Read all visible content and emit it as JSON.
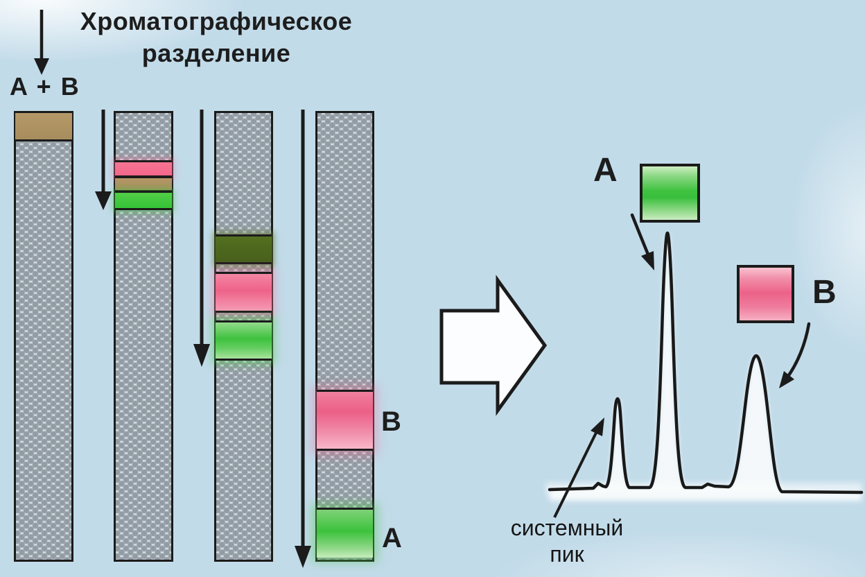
{
  "title": {
    "line1": "Хроматографическое",
    "line2": "разделение"
  },
  "feed_label": "A + B",
  "colors": {
    "background": "#c2dbe9",
    "outline": "#1b1b1b",
    "packing_beads": "#939ba3",
    "brown_band": "#ac9164",
    "pink_band": "#ee6288",
    "green_band": "#3ec13e",
    "dark_green_band": "#4d691f"
  },
  "columns": [
    {
      "bands": [
        {
          "color": "brown",
          "hex": "#ac9164"
        }
      ]
    },
    {
      "bands": [
        {
          "color": "pink",
          "hex": "#f66e8e"
        },
        {
          "color": "brown",
          "hex": "#ac9164"
        },
        {
          "color": "green",
          "hex": "#3cc73c"
        }
      ]
    },
    {
      "bands": [
        {
          "color": "dark-green",
          "hex": "#4d691f"
        },
        {
          "color": "pink",
          "hex": "#ee6388"
        },
        {
          "color": "green",
          "hex": "#3ec13e"
        }
      ]
    },
    {
      "bands": [
        {
          "color": "pink",
          "hex": "#ec5f86",
          "label": "B"
        },
        {
          "color": "green",
          "hex": "#3cc23c",
          "label": "A"
        }
      ]
    }
  ],
  "legend": {
    "a": {
      "label": "A",
      "hex": "#3fc43f"
    },
    "b": {
      "label": "B",
      "hex": "#ee6389"
    }
  },
  "chromatogram": {
    "annotation_line1": "системный",
    "annotation_line2": "пик"
  },
  "chart_data": {
    "type": "line",
    "title": "",
    "xlabel": "",
    "ylabel": "",
    "axes_visible": false,
    "grid": false,
    "baseline": "flat",
    "peaks": [
      {
        "label": "системный пик",
        "x_rel": 0.22,
        "height_rel": 0.38,
        "width": "narrow"
      },
      {
        "label": "A",
        "x_rel": 0.38,
        "height_rel": 1.0,
        "width": "very narrow, tallest"
      },
      {
        "label": "B",
        "x_rel": 0.67,
        "height_rel": 0.52,
        "width": "broader"
      }
    ]
  }
}
